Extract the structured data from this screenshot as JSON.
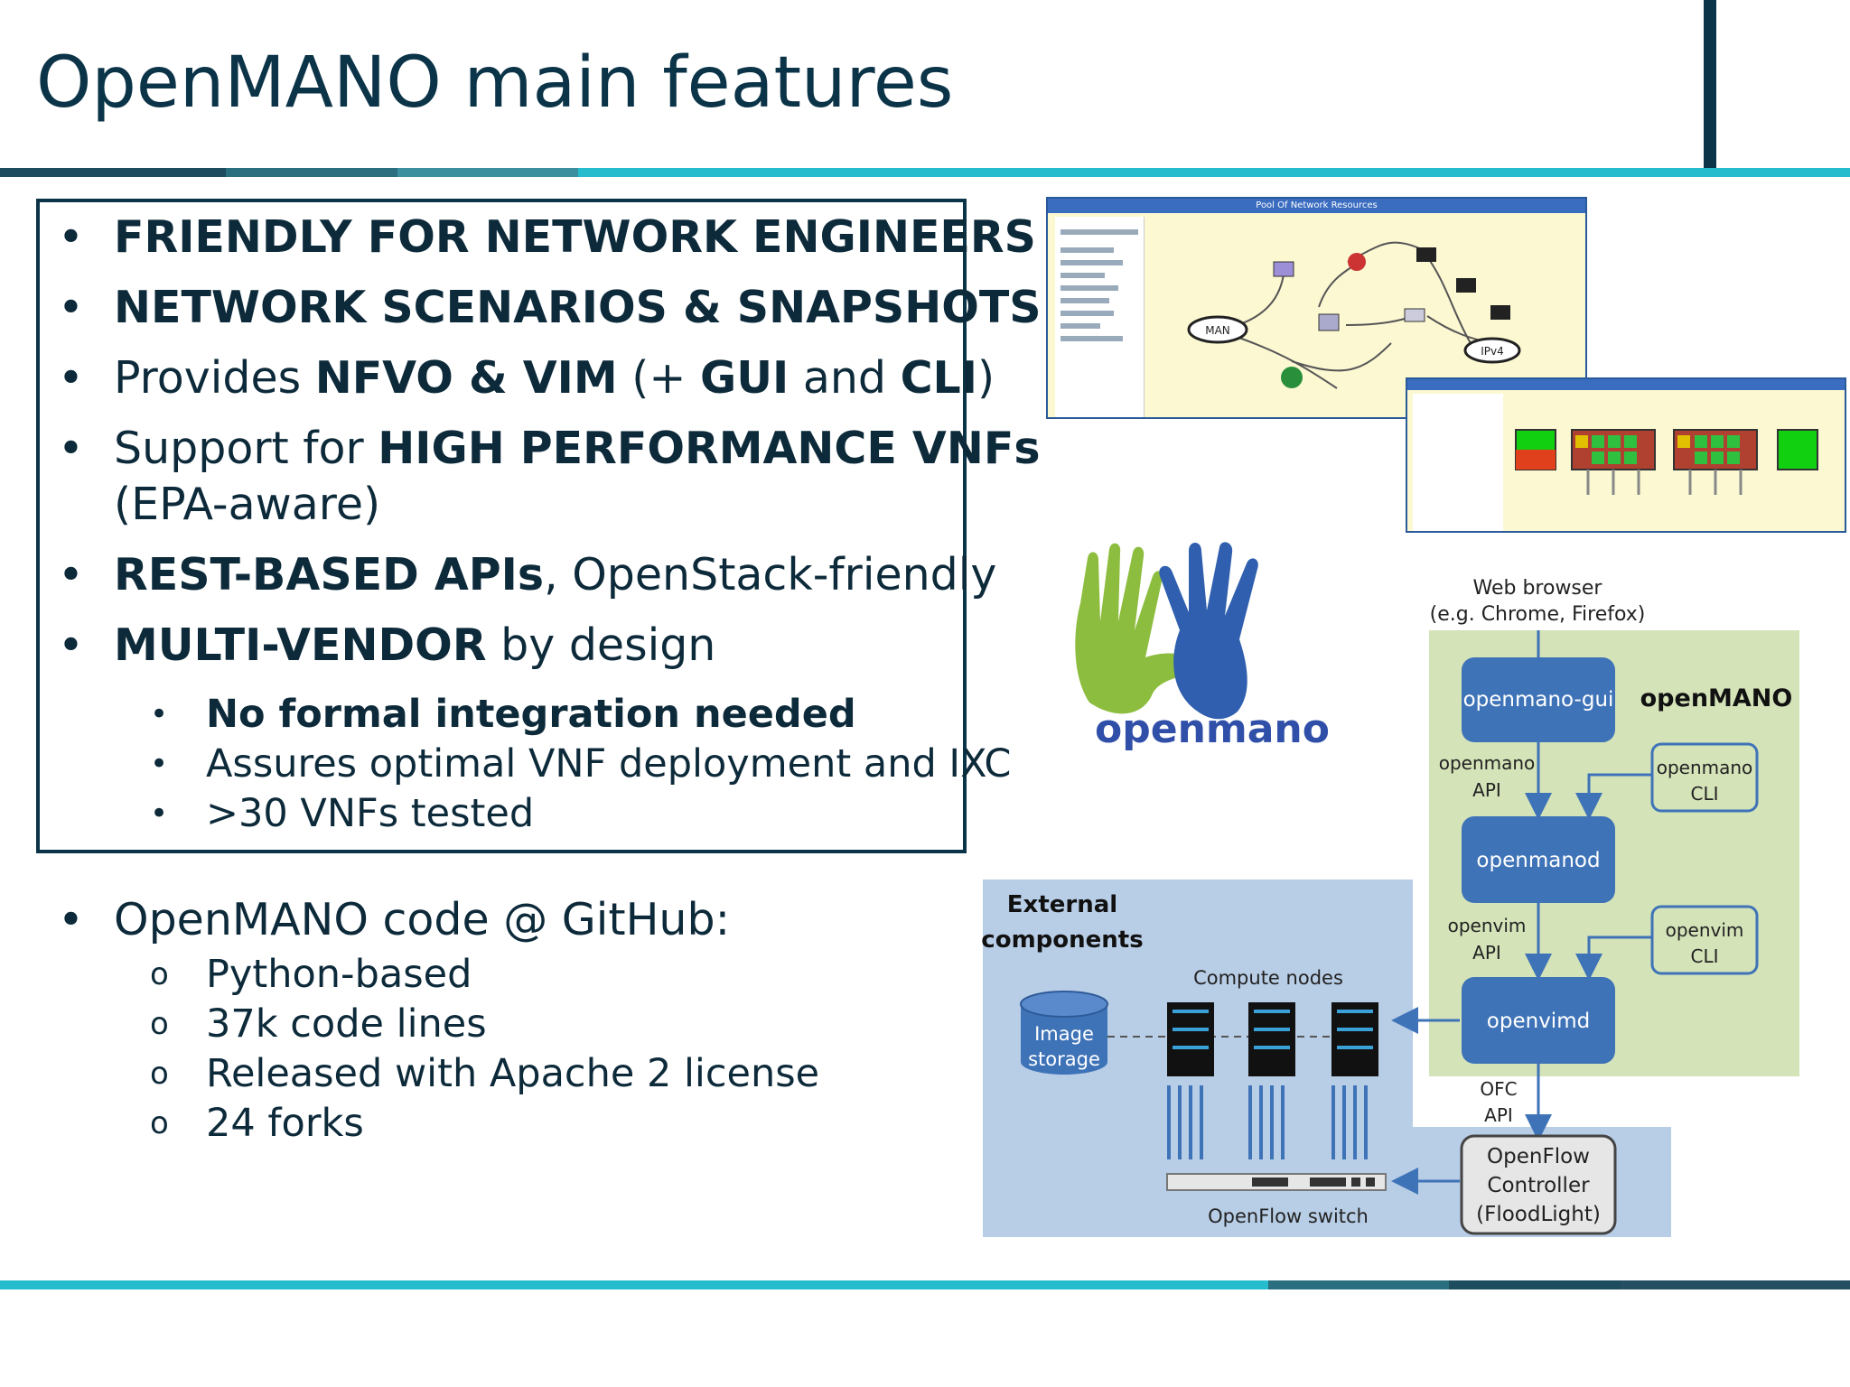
{
  "title": "OpenMANO main features",
  "features": {
    "item1": "FRIENDLY FOR NETWORK ENGINEERS",
    "item2": "NETWORK SCENARIOS & SNAPSHOTS",
    "item3_pre": "Provides ",
    "item3_b1": "NFVO & VIM",
    "item3_mid1": " (+ ",
    "item3_b2": "GUI",
    "item3_mid2": " and ",
    "item3_b3": "CLI",
    "item3_post": ")",
    "item4_pre": "Support for ",
    "item4_b": "HIGH PERFORMANCE VNFs",
    "item4_line2": "(EPA-aware)",
    "item5_b": "REST-BASED APIs",
    "item5_post": ", OpenStack-friendly",
    "item6_b": "MULTI-VENDOR",
    "item6_post": " by design",
    "sub1": "No formal integration needed",
    "sub2": "Assures optimal VNF deployment and IXC",
    "sub3": ">30 VNFs tested"
  },
  "github": {
    "heading": "OpenMANO code @ GitHub:",
    "items": [
      "Python-based",
      "37k code lines",
      "Released with Apache 2 license",
      "24 forks"
    ]
  },
  "logo": {
    "text": "openmano"
  },
  "gui_screenshot": {
    "title": "Pool Of Network Resources",
    "nodes": [
      "MAN",
      "IPv4"
    ]
  },
  "architecture": {
    "web_browser": "Web browser",
    "web_browser_sub": "(e.g. Chrome, Firefox)",
    "openmano_label": "openMANO",
    "gui": "openmano-gui",
    "openmano_api_1": "openmano",
    "openmano_api_2": "API",
    "openmano_cli_1": "openmano",
    "openmano_cli_2": "CLI",
    "openmanod": "openmanod",
    "openvim_api_1": "openvim",
    "openvim_api_2": "API",
    "openvim_cli_1": "openvim",
    "openvim_cli_2": "CLI",
    "openvimd": "openvimd",
    "ofc_api_1": "OFC",
    "ofc_api_2": "API",
    "controller_1": "OpenFlow",
    "controller_2": "Controller",
    "controller_3": "(FloodLight)",
    "external_1": "External",
    "external_2": "components",
    "compute_nodes": "Compute nodes",
    "image_1": "Image",
    "image_2": "storage",
    "switch": "OpenFlow switch"
  },
  "colors": {
    "dark": "#0b3448",
    "teal": "#1fb8c9",
    "node_blue": "#3f73b8",
    "green_panel": "#d4e3b8",
    "blue_panel": "#b8cde6"
  }
}
